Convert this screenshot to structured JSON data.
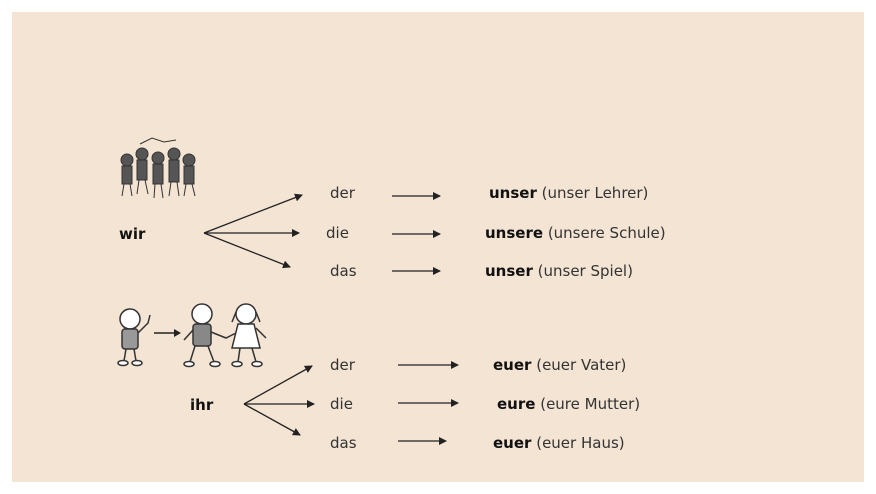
{
  "wir": {
    "pronoun": "wir",
    "rows": [
      {
        "article": "der",
        "form": "unser",
        "example": "(unser Lehrer)"
      },
      {
        "article": "die",
        "form": "unsere",
        "example": "(unsere Schule)"
      },
      {
        "article": "das",
        "form": "unser",
        "example": " (unser Spiel)"
      }
    ]
  },
  "ihr": {
    "pronoun": "ihr",
    "rows": [
      {
        "article": "der",
        "form": "euer",
        "example": "(euer Vater)"
      },
      {
        "article": "die",
        "form": "eure",
        "example": "(eure Mutter)"
      },
      {
        "article": "das",
        "form": "euer",
        "example": " (euer Haus)"
      }
    ]
  },
  "colors": {
    "background": "#f4e4d4",
    "ink": "#222222"
  },
  "icons": [
    "group-of-children-icon",
    "child-waving-icon",
    "two-children-holding-hands-icon"
  ]
}
